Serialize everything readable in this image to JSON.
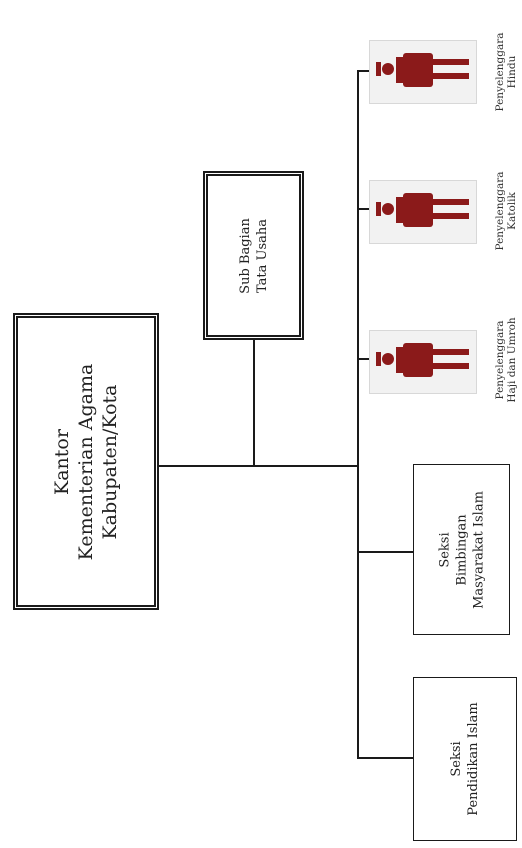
{
  "chart": {
    "root": {
      "lines": [
        "Kantor",
        "Kementerian Agama",
        "Kabupaten/Kota"
      ]
    },
    "sub_bagian": {
      "lines": [
        "Sub Bagian",
        "Tata Usaha"
      ]
    },
    "seksi_bimas": {
      "lines": [
        "Seksi",
        "Bimbingan",
        "Masyarakat Islam"
      ]
    },
    "seksi_pendidikan": {
      "lines": [
        "Seksi",
        "Pendidikan Islam"
      ]
    },
    "penyelenggara": [
      {
        "lines": [
          "Penyelenggara",
          "Hindu"
        ]
      },
      {
        "lines": [
          "Penyelenggara",
          "Katolik"
        ]
      },
      {
        "lines": [
          "Penyelenggara",
          "Haji dan Umroh"
        ]
      }
    ]
  },
  "colors": {
    "person_icon": "#8b1a1a",
    "line": "#1a1a1a"
  },
  "icons": {
    "penyelenggara": "person-icon"
  }
}
